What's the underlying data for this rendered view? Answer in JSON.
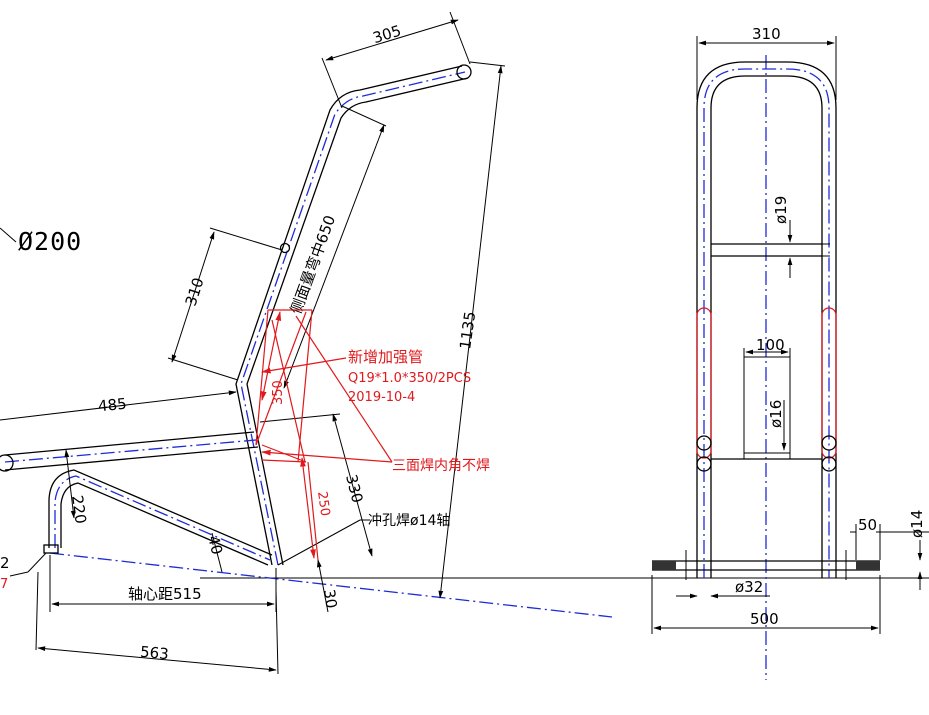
{
  "side_view": {
    "dia_radius": "Ø200",
    "dim_305": "305",
    "dim_side_bend": "侧面量弯中650",
    "dim_310": "310",
    "dim_1135": "1135",
    "dim_485": "485",
    "dim_350": "350",
    "dim_330": "330",
    "dim_250": "250",
    "dim_220": "220",
    "dim_40": "40",
    "dim_30": "30",
    "dim_axle": "轴心距515",
    "dim_563": "563",
    "punch_weld": "冲孔焊ø14轴",
    "three_side_weld": "三面焊内角不焊",
    "left_small_2": "2",
    "left_small_7": "7"
  },
  "note": {
    "title": "新增加强管",
    "spec": "Q19*1.0*350/2PCS",
    "date": "2019-10-4"
  },
  "front_view": {
    "dim_310": "310",
    "dia_19": "ø19",
    "dim_100": "100",
    "dia_16": "ø16",
    "dim_50": "50",
    "dia_14": "ø14",
    "dia_32": "ø32",
    "dim_500": "500"
  }
}
